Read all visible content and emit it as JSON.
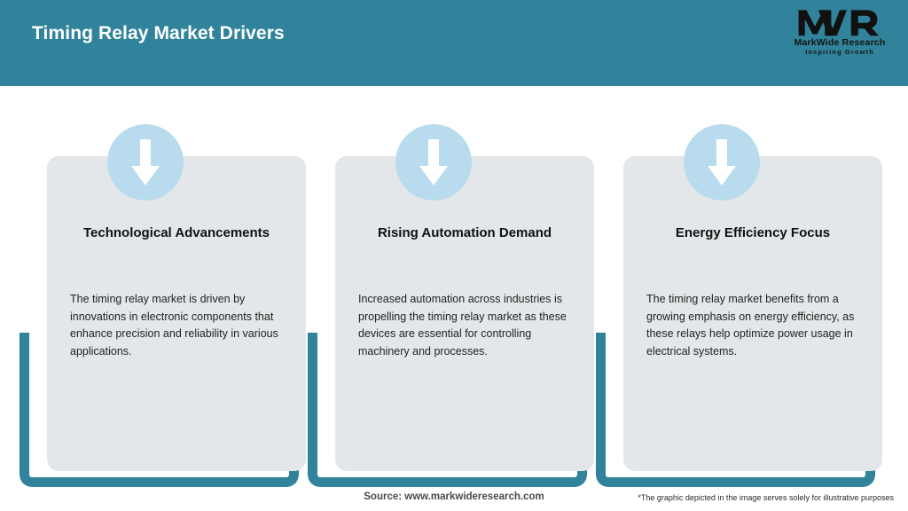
{
  "header": {
    "title": "Timing Relay Market Drivers",
    "background_color": "#31839b",
    "title_color": "#ffffff"
  },
  "logo": {
    "monogram": "MWR",
    "name": "MarkWide Research",
    "tagline": "Inspiring Growth"
  },
  "cards": [
    {
      "icon": "arrow-down-icon",
      "heading": "Technological Advancements",
      "body": "The timing relay market is driven by innovations in electronic components that enhance precision and reliability in various applications."
    },
    {
      "icon": "arrow-down-icon",
      "heading": "Rising Automation Demand",
      "body": "Increased automation across industries is propelling the timing relay market as these devices are essential for controlling machinery and processes."
    },
    {
      "icon": "arrow-down-icon",
      "heading": "Energy Efficiency Focus",
      "body": "The timing relay market benefits from a growing emphasis on energy efficiency, as these relays help optimize power usage in electrical systems."
    }
  ],
  "footer": {
    "source": "Source: www.markwideresearch.com",
    "disclaimer": "*The graphic depicted in the image serves solely for illustrative purposes"
  },
  "colors": {
    "teal": "#31839b",
    "card_background": "#e4e7e9",
    "badge_blue": "#b8dced",
    "page_background": "#ffffff"
  }
}
